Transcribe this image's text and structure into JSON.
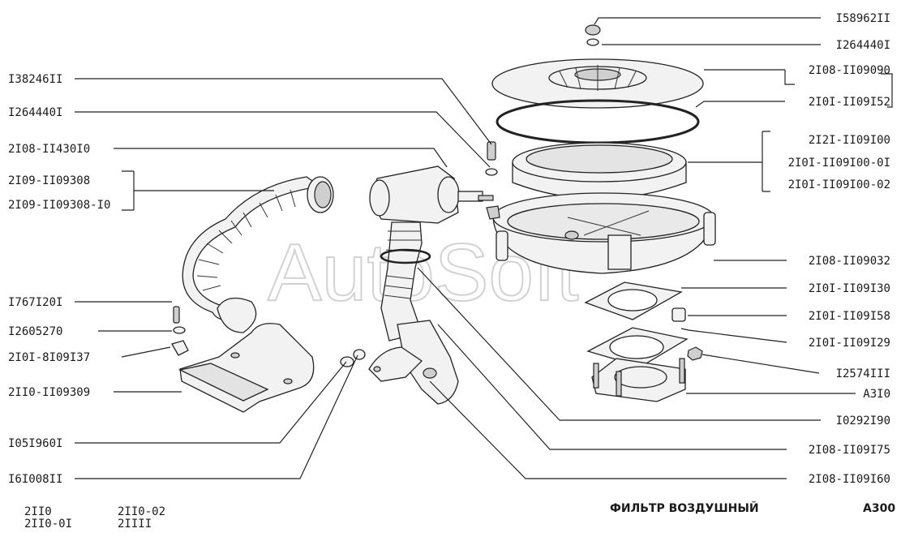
{
  "watermark": "AutoSoft",
  "title": "ФИЛЬТР ВОЗДУШНЫЙ",
  "page_code": "A300",
  "models": {
    "col1": [
      "2II0",
      "2II0-0I"
    ],
    "col2": [
      "2II0-02",
      "2IIII"
    ]
  },
  "callouts": {
    "left": [
      "I38246II",
      "I264440I",
      "2I08-II430I0",
      "2I09-II09308",
      "2I09-II09308-I0",
      "I767I20I",
      "I2605270",
      "2I0I-8I09I37",
      "2II0-II09309",
      "I05I960I",
      "I6I008II"
    ],
    "right": [
      "I58962II",
      "I264440I",
      "2I08-II09090",
      "2I0I-II09I52",
      "2I2I-II09I00",
      "2I0I-II09I00-0I",
      "2I0I-II09I00-02",
      "2I08-II09032",
      "2I0I-II09I30",
      "2I0I-II09I58",
      "2I0I-II09I29",
      "I2574III",
      "A3I0",
      "I0292I90",
      "2I08-II09I75",
      "2I08-II09I60"
    ]
  }
}
